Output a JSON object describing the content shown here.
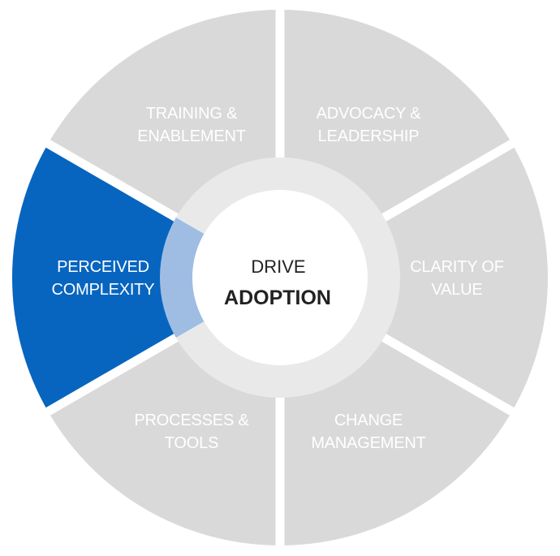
{
  "wheel": {
    "center": {
      "line1": "DRIVE",
      "line2": "ADOPTION"
    },
    "segments": [
      {
        "id": "advocacy-leadership",
        "lines": [
          "ADVOCACY &",
          "LEADERSHIP"
        ],
        "highlighted": false
      },
      {
        "id": "clarity-of-value",
        "lines": [
          "CLARITY OF",
          "VALUE"
        ],
        "highlighted": false
      },
      {
        "id": "change-management",
        "lines": [
          "CHANGE",
          "MANAGEMENT"
        ],
        "highlighted": false
      },
      {
        "id": "processes-tools",
        "lines": [
          "PROCESSES &",
          "TOOLS"
        ],
        "highlighted": false
      },
      {
        "id": "perceived-complexity",
        "lines": [
          "PERCEIVED",
          "COMPLEXITY"
        ],
        "highlighted": true
      },
      {
        "id": "training-enablement",
        "lines": [
          "TRAINING &",
          "ENABLEMENT"
        ],
        "highlighted": false
      }
    ],
    "colors": {
      "segment": "#d9d9d9",
      "segment_highlight": "#0765c0",
      "ring": "#e9e9e9",
      "ring_highlight": "#9fbde3",
      "center": "#ffffff",
      "label": "#ffffff",
      "center_text": "#222222"
    }
  }
}
